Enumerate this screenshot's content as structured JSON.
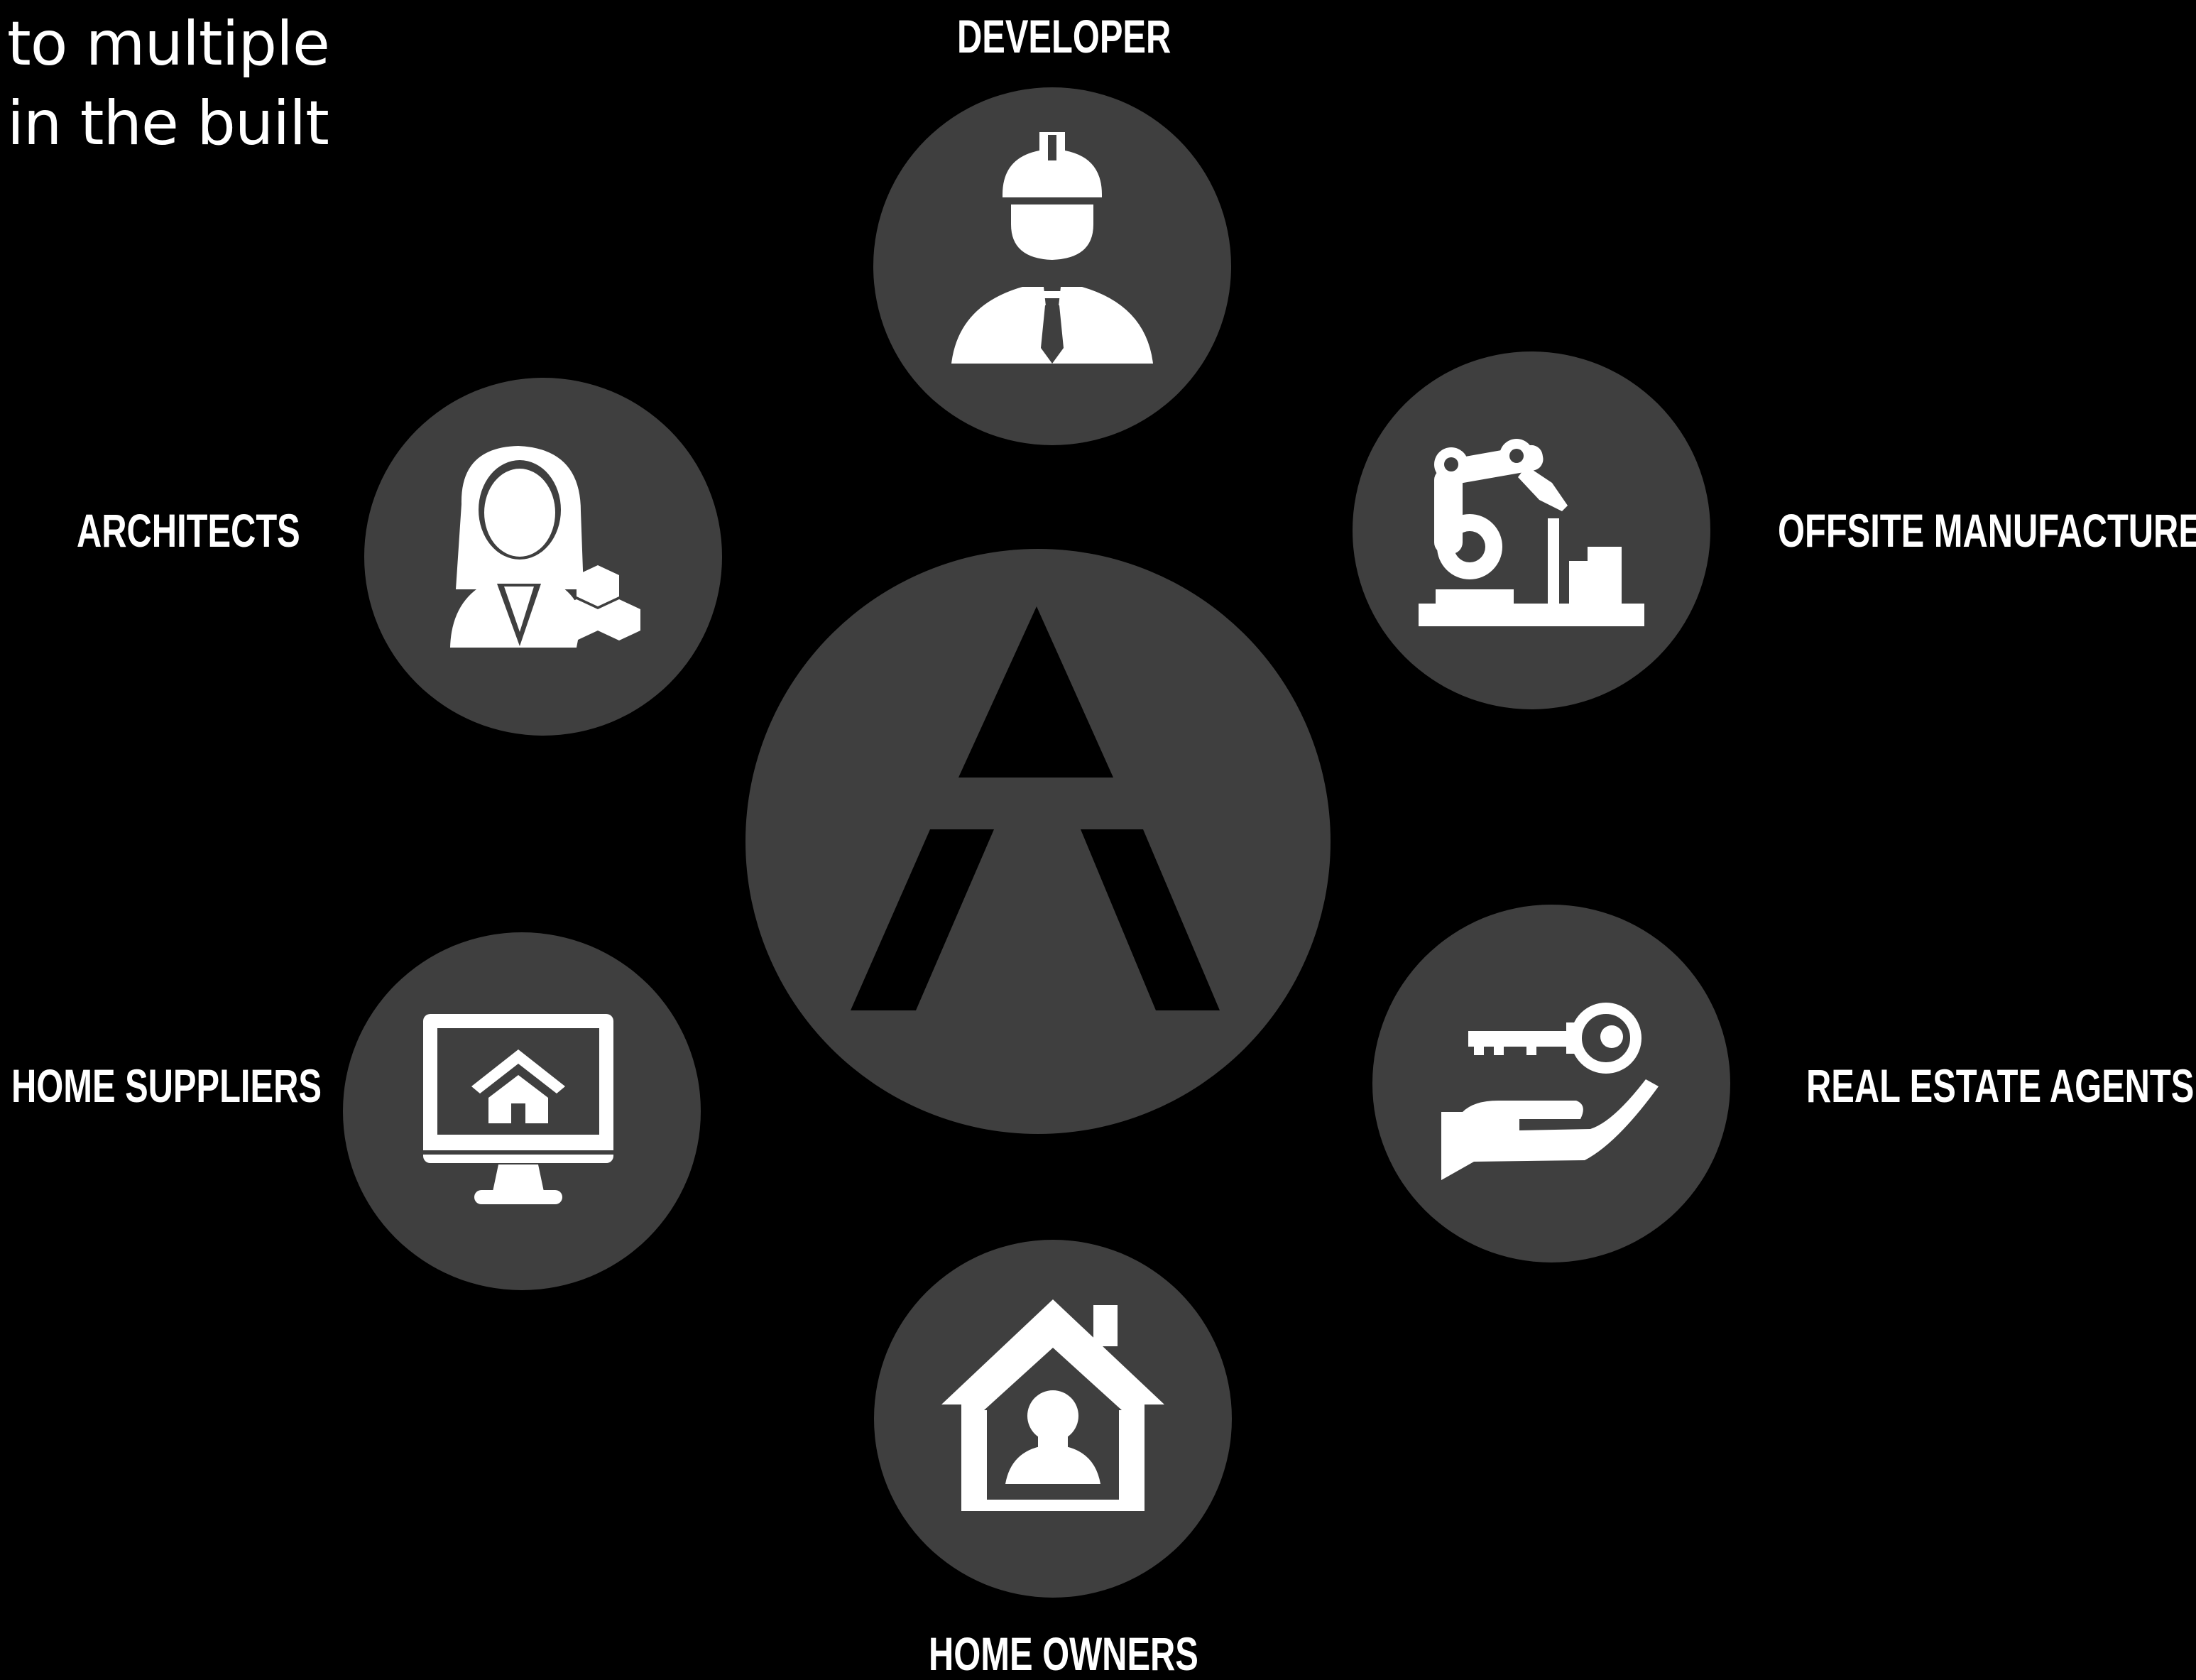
{
  "intro_text": {
    "line1": "to multiple",
    "line2": "in the built"
  },
  "center_logo": {
    "icon": "a-letter-logo-icon"
  },
  "nodes": [
    {
      "label": "DEVELOPER",
      "icon": "engineer-hardhat-icon"
    },
    {
      "label": "OFFSITE MANUFACTURER",
      "icon": "robotic-arm-icon"
    },
    {
      "label": "REAL ESTATE AGENTS",
      "icon": "key-in-hand-icon"
    },
    {
      "label": "HOME OWNERS",
      "icon": "house-person-icon"
    },
    {
      "label": "HOME SUPPLIERS",
      "icon": "monitor-house-icon"
    },
    {
      "label": "ARCHITECTS",
      "icon": "architect-blocks-icon"
    }
  ],
  "colors": {
    "background": "#000000",
    "circle_fill": "#3f3f3f",
    "icon_fill": "#ffffff",
    "text": "#ffffff"
  }
}
